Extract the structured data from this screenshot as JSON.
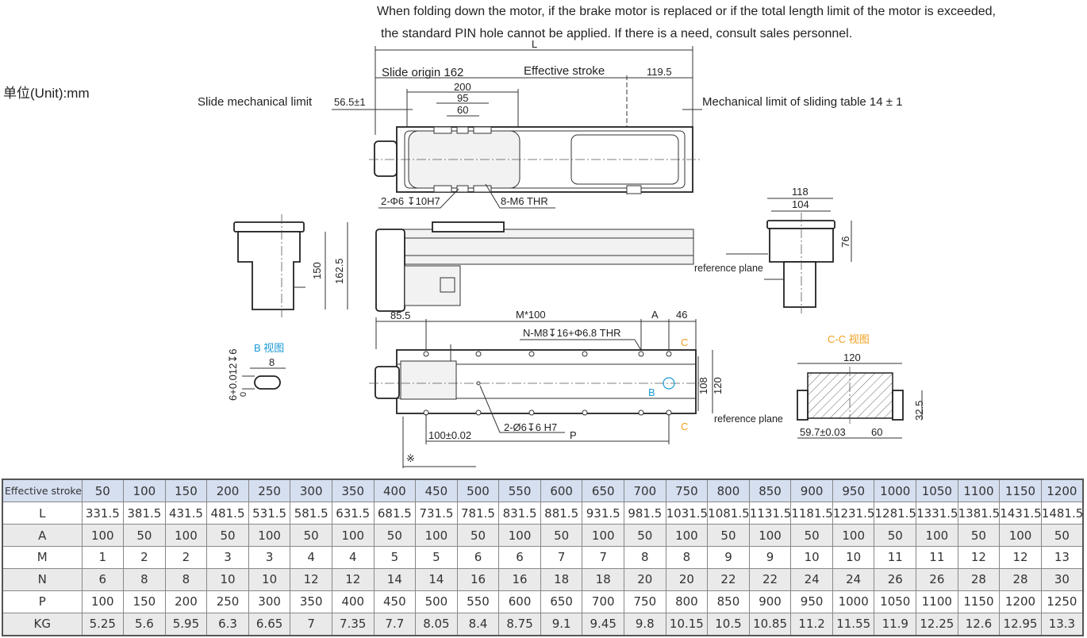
{
  "notes": {
    "line1": "When folding down the motor, if the brake motor is replaced or if the total length limit of the motor is exceeded,",
    "line2": "the standard PIN hole cannot be applied. If there is a need, consult sales personnel.",
    "unit": "单位(Unit):mm"
  },
  "top_view": {
    "L": "L",
    "slide_origin": "Slide origin 162",
    "effective_stroke": "Effective stroke",
    "end_dim": "119.5",
    "d200": "200",
    "d95": "95",
    "d60": "60",
    "slide_mech_limit": "Slide mechanical limit",
    "slide_mech_value": "56.5±1",
    "table_mech_limit": "Mechanical limit of sliding table 14 ± 1",
    "pin_hole": "2-Φ6 ↧10H7",
    "thread": "8-M6 THR"
  },
  "left_end_view": {
    "h150": "150",
    "h162_5": "162.5"
  },
  "right_end_view": {
    "w118": "118",
    "w104": "104",
    "h76": "76",
    "ref_plane": "reference plane"
  },
  "bottom_view": {
    "d85_5": "85.5",
    "m100": "M*100",
    "A": "A",
    "d46": "46",
    "holes": "N-M8↧16+Φ6.8 THR",
    "C": "C",
    "h108": "108",
    "h120": "120",
    "B": "B",
    "d100": "100±0.02",
    "pin": "2-Ø6↧6 H7",
    "P": "P",
    "ref_mark": "※"
  },
  "b_view": {
    "title": "B 视图",
    "w8": "8",
    "tol": "6+0.012↧6",
    "tol_low": "0"
  },
  "cc_view": {
    "title": "C-C 视图",
    "w120": "120",
    "h32_5": "32.5",
    "ref_plane": "reference plane",
    "d59_7": "59.7±0.03",
    "d60": "60"
  },
  "colors": {
    "blue": "#1a9ad6",
    "orange": "#f0a020",
    "header_bg": "#d5dff0"
  },
  "spec_table": {
    "header_label": "Effective stroke",
    "strokes": [
      "50",
      "100",
      "150",
      "200",
      "250",
      "300",
      "350",
      "400",
      "450",
      "500",
      "550",
      "600",
      "650",
      "700",
      "750",
      "800",
      "850",
      "900",
      "950",
      "1000",
      "1050",
      "1100",
      "1150",
      "1200"
    ],
    "rows": [
      {
        "label": "L",
        "values": [
          "331.5",
          "381.5",
          "431.5",
          "481.5",
          "531.5",
          "581.5",
          "631.5",
          "681.5",
          "731.5",
          "781.5",
          "831.5",
          "881.5",
          "931.5",
          "981.5",
          "1031.5",
          "1081.5",
          "1131.5",
          "1181.5",
          "1231.5",
          "1281.5",
          "1331.5",
          "1381.5",
          "1431.5",
          "1481.5"
        ]
      },
      {
        "label": "A",
        "values": [
          "100",
          "50",
          "100",
          "50",
          "100",
          "50",
          "100",
          "50",
          "100",
          "50",
          "100",
          "50",
          "100",
          "50",
          "100",
          "50",
          "100",
          "50",
          "100",
          "50",
          "100",
          "50",
          "100",
          "50"
        ]
      },
      {
        "label": "M",
        "values": [
          "1",
          "2",
          "2",
          "3",
          "3",
          "4",
          "4",
          "5",
          "5",
          "6",
          "6",
          "7",
          "7",
          "8",
          "8",
          "9",
          "9",
          "10",
          "10",
          "11",
          "11",
          "12",
          "12",
          "13"
        ]
      },
      {
        "label": "N",
        "values": [
          "6",
          "8",
          "8",
          "10",
          "10",
          "12",
          "12",
          "14",
          "14",
          "16",
          "16",
          "18",
          "18",
          "20",
          "20",
          "22",
          "22",
          "24",
          "24",
          "26",
          "26",
          "28",
          "28",
          "30"
        ]
      },
      {
        "label": "P",
        "values": [
          "100",
          "150",
          "200",
          "250",
          "300",
          "350",
          "400",
          "450",
          "500",
          "550",
          "600",
          "650",
          "700",
          "750",
          "800",
          "850",
          "900",
          "950",
          "1000",
          "1050",
          "1100",
          "1150",
          "1200",
          "1250"
        ]
      },
      {
        "label": "KG",
        "values": [
          "5.25",
          "5.6",
          "5.95",
          "6.3",
          "6.65",
          "7",
          "7.35",
          "7.7",
          "8.05",
          "8.4",
          "8.75",
          "9.1",
          "9.45",
          "9.8",
          "10.15",
          "10.5",
          "10.85",
          "11.2",
          "11.55",
          "11.9",
          "12.25",
          "12.6",
          "12.95",
          "13.3"
        ]
      }
    ]
  }
}
